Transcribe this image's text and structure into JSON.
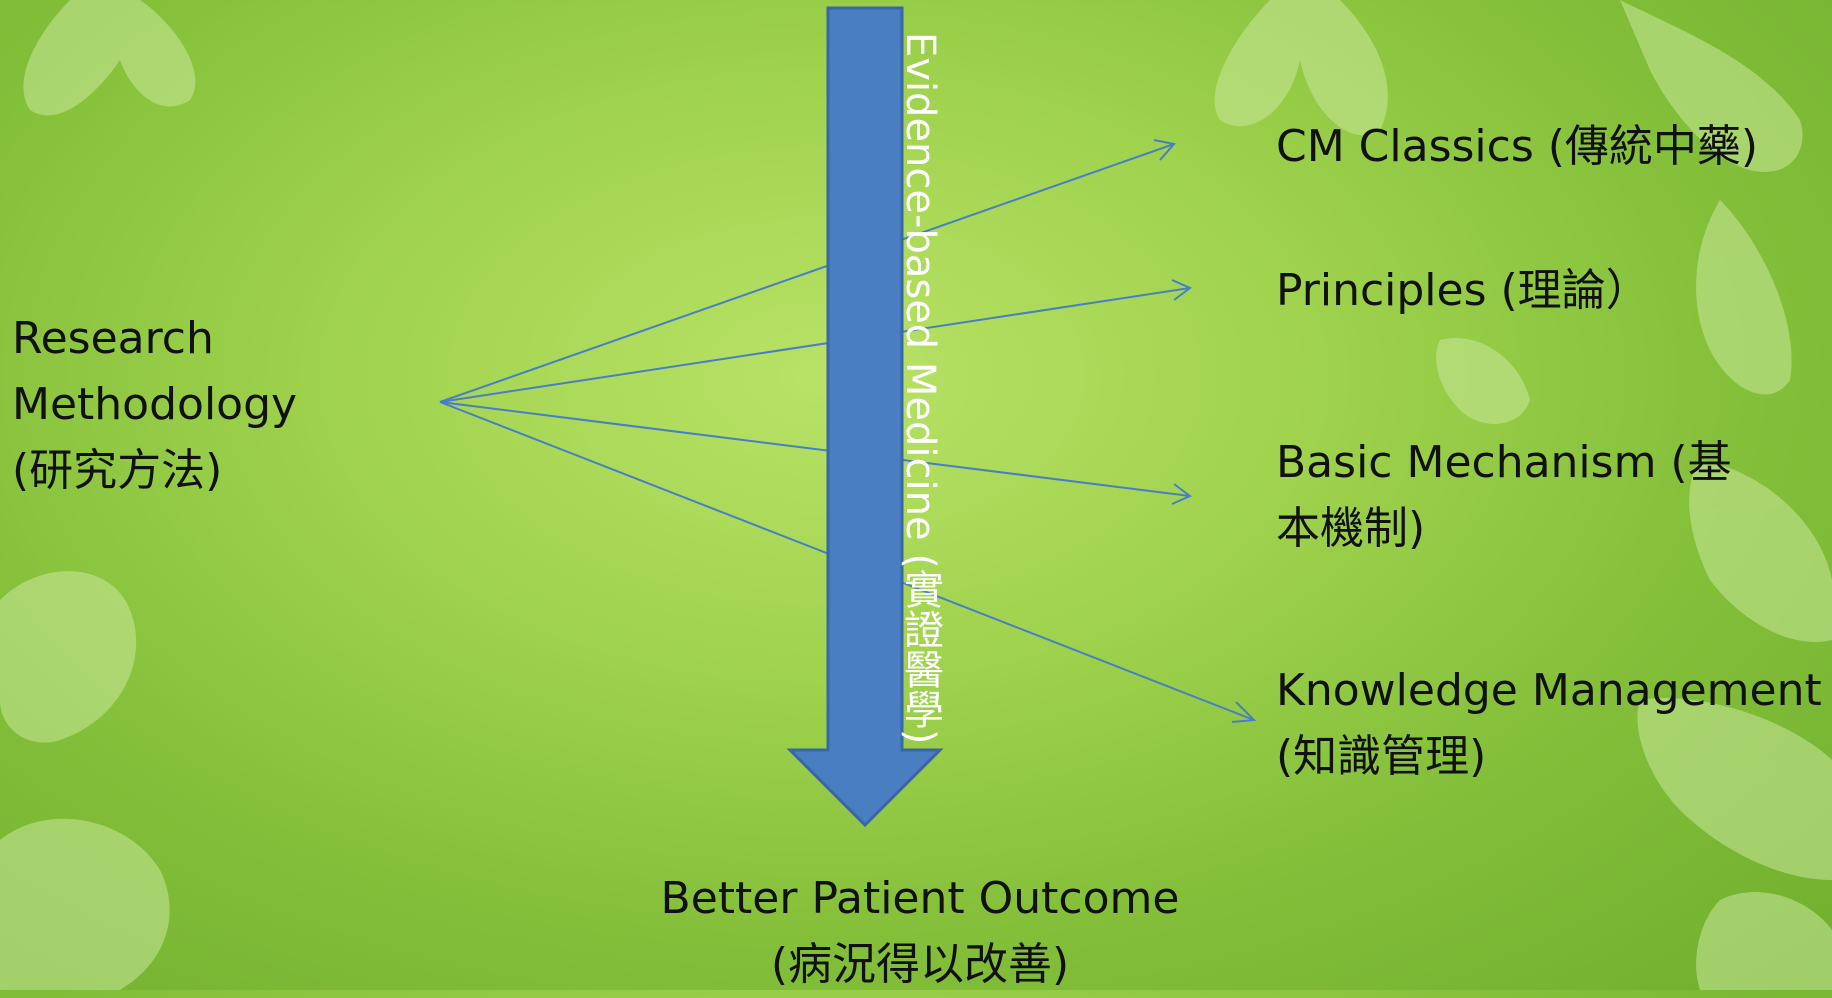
{
  "diagram": {
    "source": {
      "line1": "Research",
      "line2": "Methodology",
      "line3": "(研究方法)"
    },
    "central_arrow": {
      "label": "Evidence-based Medicine (實證醫學)"
    },
    "outcome": {
      "line1": "Better Patient Outcome",
      "line2": "(病況得以改善)"
    },
    "targets": [
      {
        "line1": "CM Classics (傳統中藥)",
        "line2": ""
      },
      {
        "line1": "Principles (理論）",
        "line2": ""
      },
      {
        "line1": "Basic Mechanism (基",
        "line2": "本機制)"
      },
      {
        "line1": "Knowledge Management",
        "line2": "(知識管理)"
      }
    ]
  },
  "colors": {
    "arrow_fill": "#4a7ec3",
    "arrow_stroke": "#3a66a8",
    "connector": "#4a7ec3",
    "text": "#111111",
    "background": "#9fd24d"
  }
}
